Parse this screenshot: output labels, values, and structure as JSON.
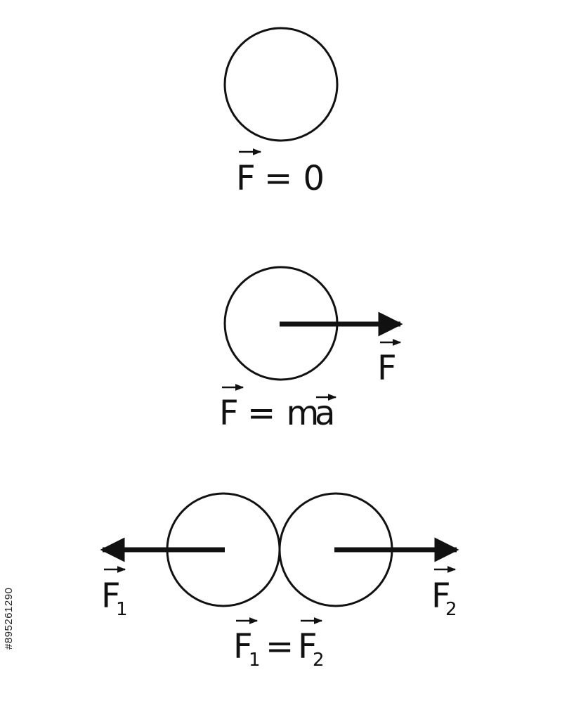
{
  "colors": {
    "stroke": "#111111",
    "background": "#ffffff"
  },
  "top": {
    "equation": {
      "lhs": "F",
      "rhs": "= 0"
    }
  },
  "middle": {
    "force_label": "F",
    "equation": {
      "lhs": "F",
      "eq": "= m",
      "accel": "a"
    }
  },
  "bottom": {
    "left_force": {
      "symbol": "F",
      "sub": "1"
    },
    "right_force": {
      "symbol": "F",
      "sub": "2"
    },
    "equation": {
      "a": "F",
      "a_sub": "1",
      "eq": "=",
      "b": "F",
      "b_sub": "2"
    }
  },
  "watermark": {
    "text": "#895261290"
  }
}
